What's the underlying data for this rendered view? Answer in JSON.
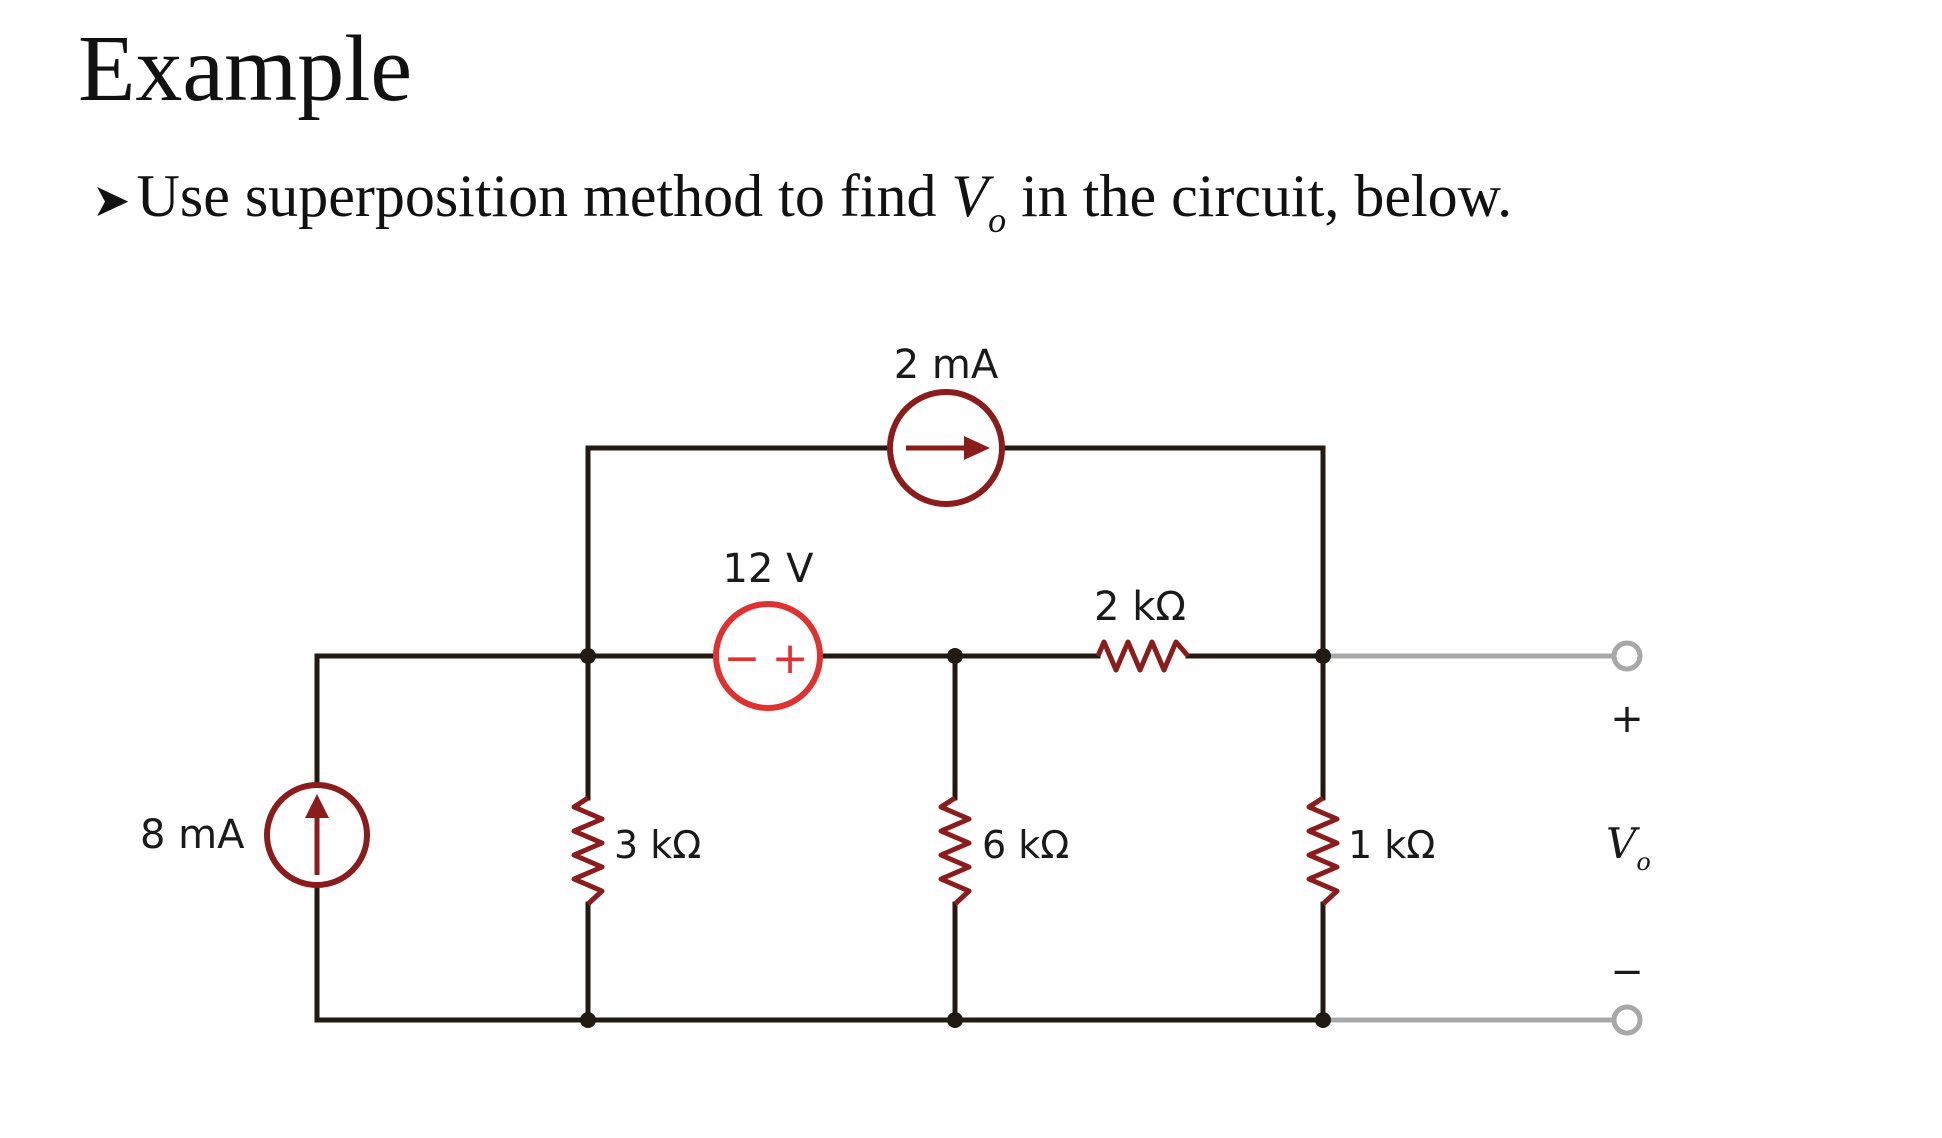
{
  "slide": {
    "title": "Example",
    "bullet_before": "Use superposition method to find ",
    "bullet_var": "V",
    "bullet_var_sub": "o",
    "bullet_after": " in the circuit, below."
  },
  "circuit": {
    "current_source_top": "2 mA",
    "current_source_left": "8 mA",
    "voltage_source": "12 V",
    "voltage_source_plus": "+",
    "voltage_source_minus": "−",
    "resistor_series": "2 kΩ",
    "resistor_1": "3 kΩ",
    "resistor_2": "6 kΩ",
    "resistor_3": "1 kΩ",
    "output_plus": "+",
    "output_minus": "−",
    "output_var": "V",
    "output_var_sub": "o"
  },
  "colors": {
    "wire": "#231a12",
    "current_source": "#8b1c1c",
    "voltage_source": "#e03030",
    "output_lead": "#a8a8a8"
  }
}
